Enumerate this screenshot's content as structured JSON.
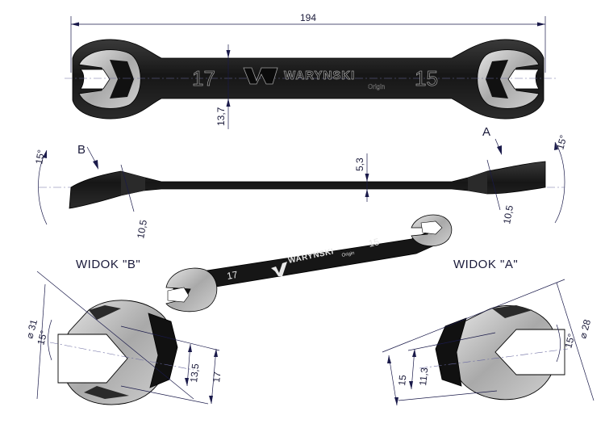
{
  "dimensions": {
    "length": "194",
    "handle_height": "13,7",
    "thickness": "5,3",
    "head_b_thickness": "10,5",
    "head_a_thickness": "10,5",
    "tilt_left": "15°",
    "tilt_right": "15°",
    "view_b_diameter": "⌀ 31",
    "view_b_angle": "15°",
    "view_b_inner": "13,5",
    "view_b_outer": "17",
    "view_a_diameter": "⌀ 28",
    "view_a_angle": "15°",
    "view_a_inner": "11,3",
    "view_a_outer": "15"
  },
  "labels": {
    "view_b": "WIDOK \"B\"",
    "view_a": "WIDOK \"A\"",
    "marker_b": "B",
    "marker_a": "A"
  },
  "engraving": {
    "size_left": "17",
    "size_right": "15",
    "brand": "WARYNSKI",
    "sub": "Origin"
  },
  "colors": {
    "body": "#1c1c1c",
    "chrome": "#bdbdbd",
    "dimension": "#1a1a4a"
  }
}
